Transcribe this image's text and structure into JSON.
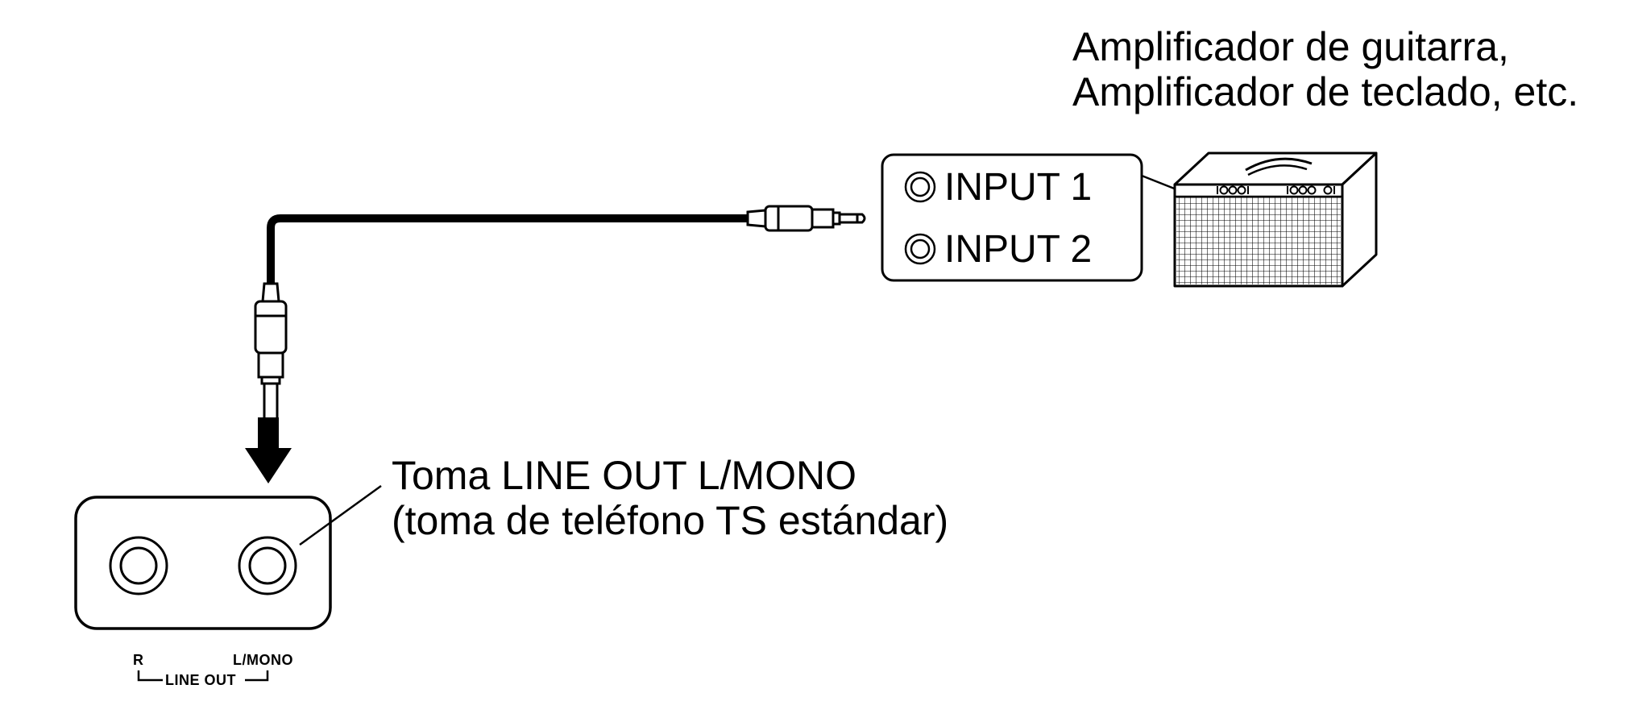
{
  "amplifier": {
    "line1": "Amplificador de guitarra,",
    "line2": "Amplificador de teclado, etc."
  },
  "input_panel": {
    "input1": "INPUT 1",
    "input2": "INPUT 2"
  },
  "jack_callout": {
    "line1": "Toma LINE OUT L/MONO",
    "line2": "(toma de teléfono TS estándar)"
  },
  "output_panel": {
    "r_label": "R",
    "l_mono_label": "L/MONO",
    "line_out_label": "LINE OUT"
  },
  "colors": {
    "ink": "#000000",
    "background": "#ffffff"
  }
}
